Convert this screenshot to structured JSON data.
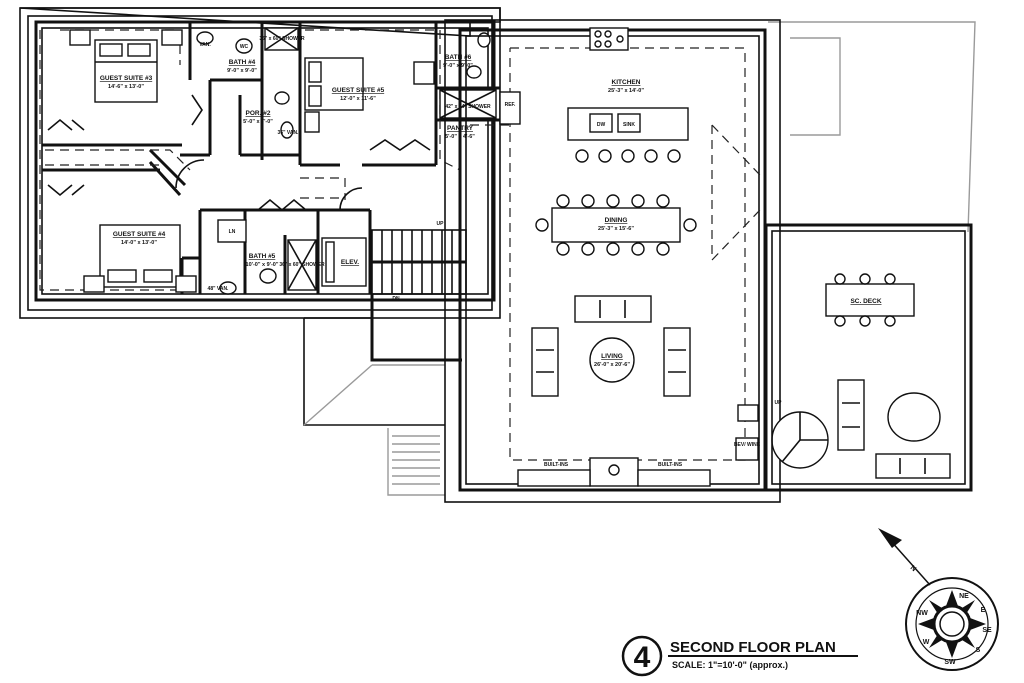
{
  "title_block": {
    "number": "4",
    "title": "SECOND FLOOR PLAN",
    "scale": "SCALE: 1\"=10'-0\" (approx.)"
  },
  "rooms": {
    "guest_suite_3": {
      "label": "GUEST SUITE #3",
      "dims": "14'-6\" x 13'-0\""
    },
    "guest_suite_4": {
      "label": "GUEST SUITE #4",
      "dims": "14'-0\" x 13'-0\""
    },
    "guest_suite_5": {
      "label": "GUEST SUITE #5",
      "dims": "12'-0\" x 11'-6\""
    },
    "bath_4": {
      "label": "BATH #4",
      "dims": "9'-0\" x 9'-0\""
    },
    "bath_5": {
      "label": "BATH #5",
      "dims": "10'-0\" x 9'-0\""
    },
    "bath_6": {
      "label": "BATH #6",
      "dims": "9'-0\" x 9'-0\""
    },
    "powder_2": {
      "label": "POR. #2",
      "dims": "5'-0\" x 7'-0\""
    },
    "pantry": {
      "label": "PANTRY",
      "dims": "5'-0\" x 4'-6\""
    },
    "kitchen": {
      "label": "KITCHEN",
      "dims": "25'-3\" x 14'-0\""
    },
    "dining": {
      "label": "DINING",
      "dims": "25'-3\" x 15'-6\""
    },
    "living": {
      "label": "LIVING",
      "dims": "26'-0\" x 20'-6\""
    },
    "scr_deck": {
      "label": "SC. DECK"
    },
    "elevator": {
      "label": "ELEV."
    },
    "linen": {
      "label": "LN"
    },
    "bev_wine": {
      "label": "BEV/\nWINE"
    }
  },
  "fixtures": {
    "wc": "WC",
    "van": "VAN.",
    "van_36": "36\" VAN.",
    "van_48": "48\" VAN.",
    "shower_a": "36\" x 60\" SHOWER",
    "shower_b": "42\" x 84\" SHOWER",
    "shower_c": "36\" x 60\" SHOWER",
    "ref": "REF.",
    "dw": "DW",
    "sink": "SINK",
    "built_in_l": "BUILT-INS",
    "built_in_r": "BUILT-INS",
    "up": "UP",
    "dn": "DN",
    "up_sp": "UP"
  },
  "compass": {
    "north": "N",
    "labels": [
      "NE",
      "E",
      "SE",
      "S",
      "SW",
      "W",
      "NW"
    ]
  }
}
